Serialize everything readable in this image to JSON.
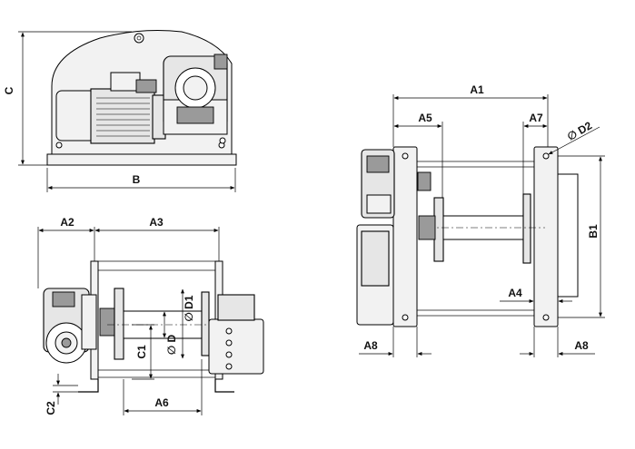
{
  "labels": {
    "A1": "A1",
    "A2": "A2",
    "A3": "A3",
    "A4": "A4",
    "A5": "A5",
    "A6": "A6",
    "A7": "A7",
    "A8_left": "A8",
    "A8_right": "A8",
    "B": "B",
    "B1": "B1",
    "C": "C",
    "C1": "C1",
    "C2": "C2",
    "D": "∅ D",
    "D1": "∅ D1",
    "D2": "∅ D2"
  }
}
